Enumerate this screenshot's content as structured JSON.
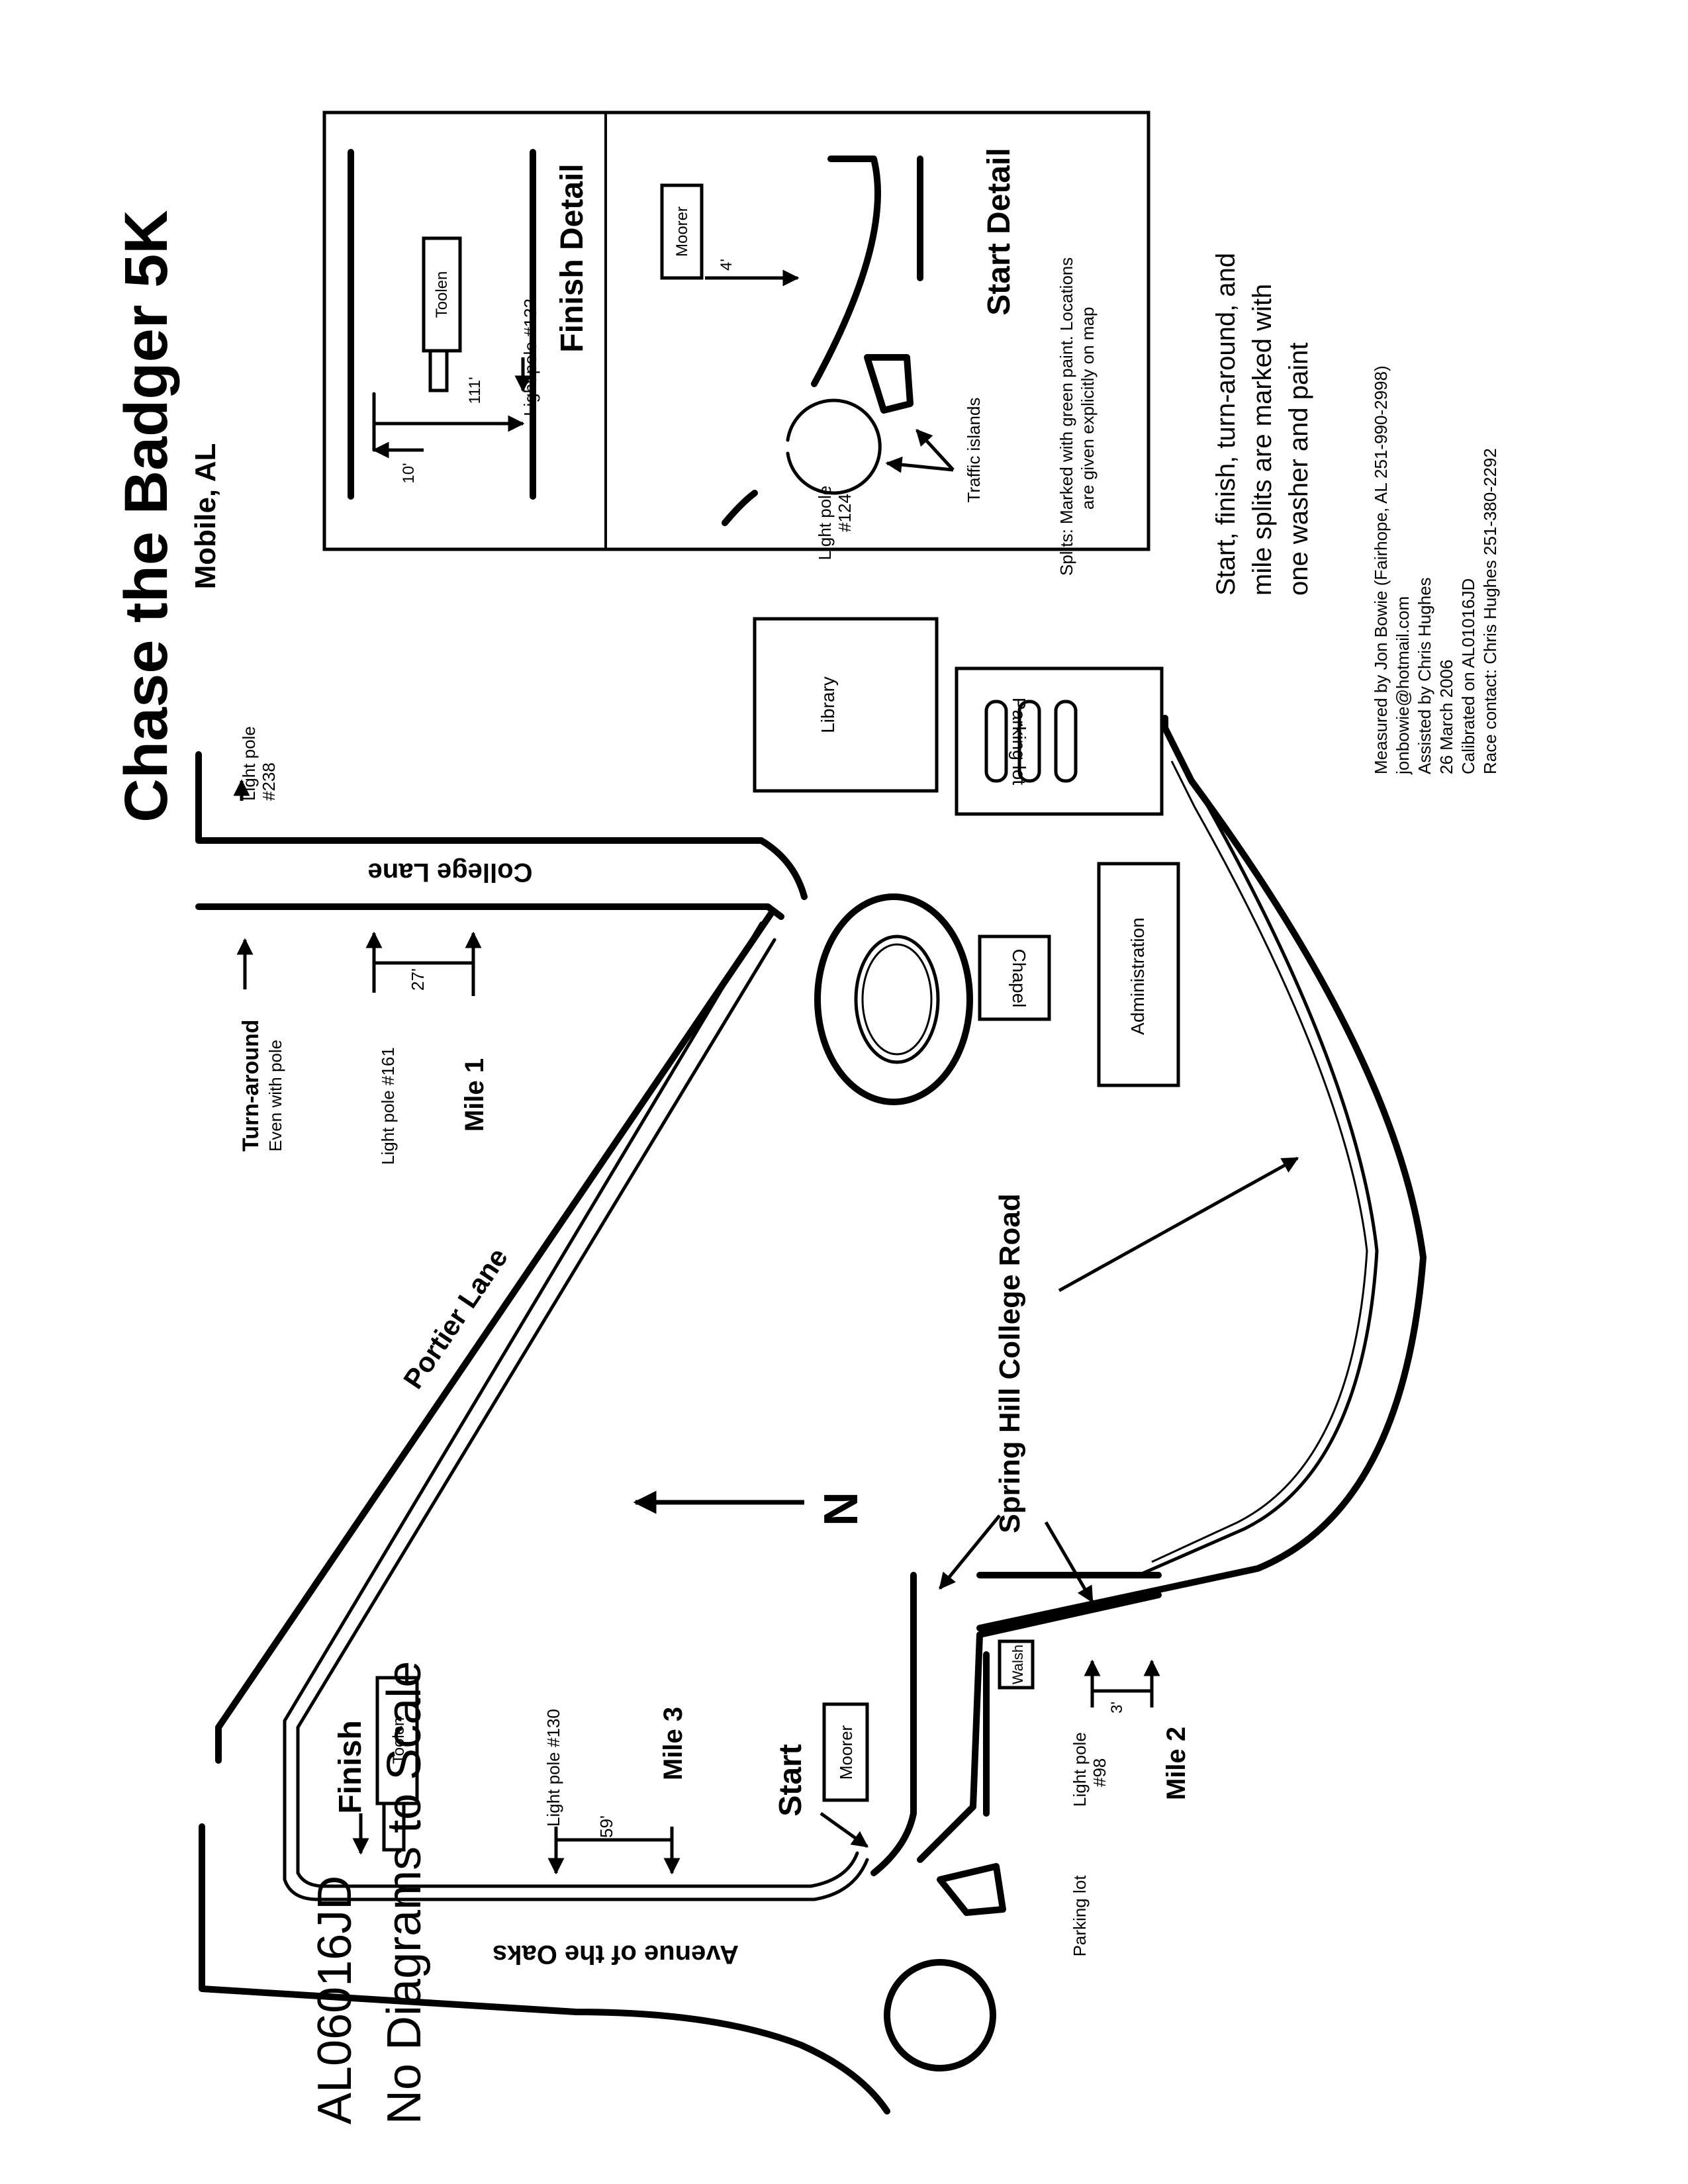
{
  "title": "Chase the Badger 5K",
  "subtitle": "Mobile, AL",
  "certification": "AL06016JD",
  "disclaimer": "No Diagrams to Scale",
  "streets": {
    "college_lane": "College Lane",
    "portier_lane": "Portier Lane",
    "avenue_oaks": "Avenue of the Oaks",
    "spring_hill": "Spring Hill College Road"
  },
  "buildings": {
    "library": "Library",
    "parking_lot_top": "Parking lot",
    "chapel": "Chapel",
    "administration": "Administration",
    "toolen": "Toolen",
    "moorer": "Moorer",
    "walsh": "Walsh",
    "parking_lot_bottom": "Parking lot"
  },
  "course_labels": {
    "light_pole_238": "Light pole",
    "light_pole_238_num": "#238",
    "turnaround": "Turn-around",
    "turnaround_note": "Even with pole",
    "light_pole_161": "Light pole #161",
    "dist_27": "27'",
    "mile1": "Mile 1",
    "finish": "Finish",
    "light_pole_130": "Light pole #130",
    "dist_59": "59'",
    "mile3": "Mile 3",
    "start": "Start",
    "light_pole_98": "Light pole",
    "light_pole_98_num": "#98",
    "dist_3": "3'",
    "mile2": "Mile 2",
    "north": "N"
  },
  "finish_detail": {
    "title": "Finish Detail",
    "light_pole": "Light pole #132",
    "toolen": "Toolen",
    "dist_111": "111'",
    "dist_10": "10'"
  },
  "start_detail": {
    "title": "Start Detail",
    "moorer": "Moorer",
    "dist_4": "4'",
    "light_pole": "Light pole",
    "light_pole_num": "#124",
    "traffic_islands": "Traffic islands"
  },
  "splits_note": {
    "line1": "Splits:  Marked with green paint.  Locations",
    "line2": "are given explicitly on map"
  },
  "marking_note": {
    "line1": "Start, finish, turn-around, and",
    "line2": "mile splits are marked with",
    "line3": "one washer and paint"
  },
  "credits": {
    "line1": "Measured by Jon Bowie (Fairhope, AL 251-990-2998)",
    "line2": "jonbowie@hotmail.com",
    "line3": "Assisted by Chris Hughes",
    "line4": "26 March 2006",
    "line5": "Calibrated on AL01016JD",
    "line6": "Race contact:  Chris Hughes 251-380-2292"
  }
}
